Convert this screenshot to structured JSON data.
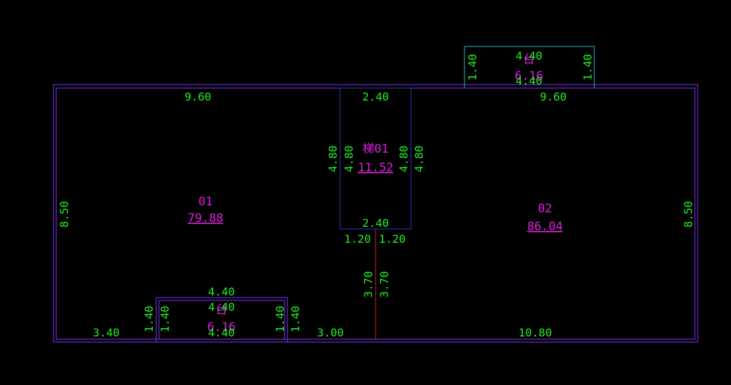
{
  "colors": {
    "background": "#000000",
    "dimension_text": "#22ee22",
    "room_label": "#dd22dd",
    "outline": "#8833ff",
    "stair_outline": "#3333cc",
    "balcony_outline": "#22bbbb",
    "axis_line": "#cc2222"
  },
  "rooms": {
    "room01": {
      "name": "01",
      "area": "79.88"
    },
    "room02": {
      "name": "02",
      "area": "86.04"
    },
    "stair01": {
      "name": "梯01",
      "area": "11.52"
    },
    "balcony_top": {
      "name": "台",
      "area": "6.16"
    },
    "balcony_bottom": {
      "name": "台",
      "area": "6.16"
    }
  },
  "dimensions": {
    "top_left": "9.60",
    "top_right": "9.60",
    "stair_top": "2.40",
    "stair_bottom": "2.40",
    "stair_left_outer": "4.80",
    "stair_left_inner": "4.80",
    "stair_right_inner": "4.80",
    "stair_right_outer": "4.80",
    "left_height": "8.50",
    "right_height": "8.50",
    "corridor_left": "1.20",
    "corridor_right": "1.20",
    "axis_left": "3.70",
    "axis_right": "3.70",
    "bottom_left": "3.40",
    "bottom_mid": "3.00",
    "bottom_right": "10.80",
    "balcony_top_width_top": "4.40",
    "balcony_top_width_bottom": "4.40",
    "balcony_top_left": "1.40",
    "balcony_top_right": "1.40",
    "balcony_bottom_width_outer": "4.40",
    "balcony_bottom_width_inner": "4.40",
    "balcony_bottom_width_bottom": "4.40",
    "balcony_bottom_left_outer": "1.40",
    "balcony_bottom_left_inner": "1.40",
    "balcony_bottom_right_inner": "1.40",
    "balcony_bottom_right_outer": "1.40"
  }
}
